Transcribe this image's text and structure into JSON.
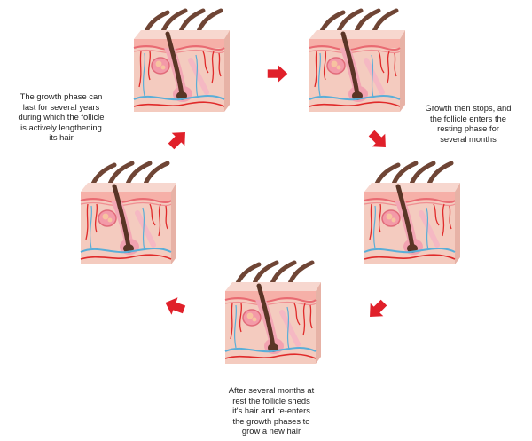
{
  "captions": {
    "growth": "The growth phase can\nlast for several years\nduring which the follicle\nis actively lengthening\nits hair",
    "resting": "Growth then stops, and\nthe follicle enters the\nresting phase for\nseveral months",
    "shedding": "After several months at\nrest the follicle sheds\nit's hair and re-enters\nthe growth phases to\ngrow a new hair"
  },
  "colors": {
    "arrow": "#e0202a",
    "skin": "#f4cbbf",
    "epidermis": "#f6b0a8",
    "vessel_red": "#e02a2a",
    "vessel_blue": "#5aaed8",
    "hair": "#7a4a3a"
  },
  "icons": [
    "skin-cross-section-icon",
    "arrow-right-icon",
    "arrow-down-right-icon",
    "arrow-down-left-icon",
    "arrow-left-icon",
    "arrow-up-right-icon"
  ]
}
